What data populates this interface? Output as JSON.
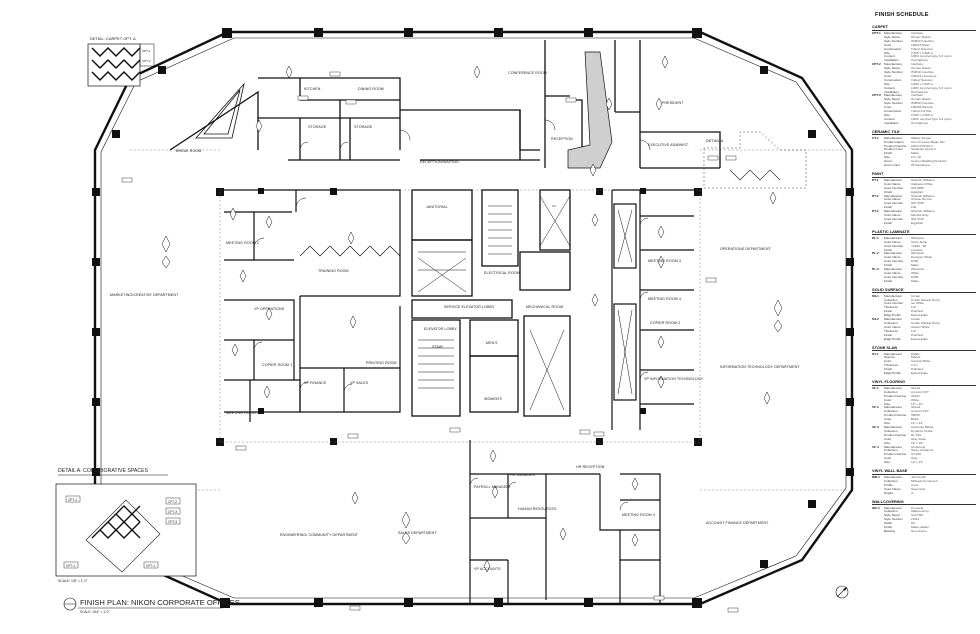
{
  "sheet": {
    "title": "FINISH PLAN: NIKON CORPORATE OFFICES",
    "scale_note": "SCALE: 1/16\" = 1'-0\"",
    "scale_note_detail": "SCALE: 1/8\" = 1'-0\""
  },
  "details": {
    "carpet_title": "DETAIL: CARPET OPT. A",
    "collab_title": "DETAIL A: COLLABORATIVE SPACES",
    "callout": "DETAIL A",
    "collab_tags": [
      "CPT-1",
      "CPT-2",
      "CPT-3",
      "CPT-3",
      "CPT-1",
      "CPT-1"
    ]
  },
  "rooms": {
    "kitchen": "KITCHEN",
    "dining": "DINING ROOM",
    "storage1": "STORAGE",
    "storage2": "STORAGE",
    "break": "BREAK ROOM",
    "conference": "CONFERENCE ROOM",
    "reception": "RECEPTION",
    "president": "PRESIDENT",
    "exec_admin": "EXECUTIVE ADMINIST.",
    "reception_waiting": "RECEPTION/WAITING",
    "training": "TRAINING ROOM",
    "marketing": "MARKETING/CREATIVE DEPARTMENT",
    "operations": "OPERATIONS DEPARTMENT",
    "it": "INFORMATION TECHNOLOGY DEPARTMENT",
    "printing": "PRINTING ROOM",
    "vp_finance": "VP FINANCE",
    "vp_sales": "VP SALES",
    "meeting1": "MEETING ROOM 1",
    "meeting2": "MEETING ROOM 2",
    "meeting3": "MEETING ROOM 3",
    "meeting4": "MEETING ROOM 4",
    "copier1": "COPIER ROOM 1",
    "copier2": "COPIER ROOM 2",
    "operations_office": "VP OPERATIONS",
    "info_tech_office": "VP INFORMATION TECHNOLOGY",
    "hr": "HUMAN RESOURCES",
    "hr_reception": "HR RECEPTION",
    "sales": "SALES DEPARTMENT",
    "engineering": "ENGINEERING/ COMMUNITY DEPARTMENT",
    "accounts": "ACCOUNT FINANCE DEPARTMENT",
    "payroll": "PAYROLL MANAGER",
    "hr_manager": "HR MANAGER",
    "mens": "MEN'S",
    "womens": "WOMEN'S",
    "electrical": "ELECTRICAL ROOM",
    "janitorial": "JANITORIAL",
    "mechanical": "MECHANICAL ROOM",
    "service": "SERVICE ELEVATOR LOBBY",
    "stair": "STAIR",
    "lobby": "ELEVATOR LOBBY",
    "accounts_office": "VP ACCOUNTS"
  },
  "schedule": {
    "title": "FINISH SCHEDULE",
    "sections": [
      {
        "name": "CARPET",
        "items": [
          {
            "code": "CPT-1",
            "rows": [
              [
                "Manufacturer",
                "Interface"
              ],
              [
                "Style Name",
                "Human Nature"
              ],
              [
                "Style Number",
                "HN810 Colorline"
              ],
              [
                "Color",
                "100215 Slate"
              ],
              [
                "Construction",
                "Tufted Textured"
              ],
              [
                "Size",
                "0.625 x 0.625 m"
              ],
              [
                "Content",
                "100% recycled type 6,6 nylon"
              ],
              [
                "Installation",
                "Herringbone"
              ]
            ]
          },
          {
            "code": "CPT-2",
            "rows": [
              [
                "Manufacturer",
                "Interface"
              ],
              [
                "Style Name",
                "Human Nature"
              ],
              [
                "Style Number",
                "HN810 Colorline"
              ],
              [
                "Color",
                "100214 Limestone"
              ],
              [
                "Construction",
                "Tufted Textured"
              ],
              [
                "Size",
                "0.625 x 0.625 m"
              ],
              [
                "Content",
                "100% recycled type 6,6 nylon"
              ],
              [
                "Installation",
                "Herringbone"
              ]
            ]
          },
          {
            "code": "CPT-3",
            "rows": [
              [
                "Manufacturer",
                "Interface"
              ],
              [
                "Style Name",
                "Human Nature"
              ],
              [
                "Style Number",
                "HN830 Colorline"
              ],
              [
                "Color",
                "100236 Mineral"
              ],
              [
                "Construction",
                "Tufted Cut Pile"
              ],
              [
                "Size",
                "0.625 x 0.625 m"
              ],
              [
                "Content",
                "100% recycled type 6,6 nylon"
              ],
              [
                "Installation",
                "Herringbone"
              ]
            ]
          }
        ]
      },
      {
        "name": "CERAMIC TILE",
        "items": [
          {
            "code": "CT-1",
            "rows": [
              [
                "Manufacturer",
                "Walker Zanger"
              ],
              [
                "Product Name",
                "Kim Concrete Magic Kiln"
              ],
              [
                "Product Number",
                "KNCCCON10-1"
              ],
              [
                "Product Color",
                "Sandcast Cement"
              ],
              [
                "Finish",
                "Matte"
              ],
              [
                "Size",
                "10 x 10"
              ],
              [
                "Grout",
                "Custom Building Products"
              ],
              [
                "Grout Color",
                "95 Sandstone"
              ]
            ]
          }
        ]
      },
      {
        "name": "PAINT",
        "items": [
          {
            "code": "PT-1",
            "rows": [
              [
                "Manufacturer",
                "Sherwin Williams"
              ],
              [
                "Color Name",
                "Alabaster White"
              ],
              [
                "Color Number",
                "SW 6385"
              ],
              [
                "Finish",
                "Eggshell"
              ]
            ]
          },
          {
            "code": "PT-2",
            "rows": [
              [
                "Manufacturer",
                "Sherwin Williams"
              ],
              [
                "Color Name",
                "Urbane Bronze"
              ],
              [
                "Color Number",
                "SW 7048"
              ],
              [
                "Finish",
                "Flat"
              ]
            ]
          },
          {
            "code": "PT-3",
            "rows": [
              [
                "Manufacturer",
                "Sherwin Williams"
              ],
              [
                "Color Name",
                "Mindful Gray"
              ],
              [
                "Color Number",
                "SW 7016"
              ],
              [
                "Finish",
                "Eggshell"
              ]
            ]
          }
        ]
      },
      {
        "name": "PLASTIC LAMINATE",
        "items": [
          {
            "code": "PL-1",
            "rows": [
              [
                "Manufacturer",
                "Wilsonart"
              ],
              [
                "Color Name",
                "Storm Echo"
              ],
              [
                "Color Number",
                "Y0430 - 60"
              ],
              [
                "Finish",
                "Linearity"
              ]
            ]
          },
          {
            "code": "PL-2",
            "rows": [
              [
                "Manufacturer",
                "Wilsonart"
              ],
              [
                "Color Name",
                "Designer White"
              ],
              [
                "Color Number",
                "D354"
              ],
              [
                "Finish",
                "Matte"
              ]
            ]
          },
          {
            "code": "PL-3",
            "rows": [
              [
                "Manufacturer",
                "Wilsonart"
              ],
              [
                "Color Name",
                "White"
              ],
              [
                "Color Number",
                "D354"
              ],
              [
                "Finish",
                "Matte"
              ]
            ]
          }
        ]
      },
      {
        "name": "SOLID SURFACE",
        "items": [
          {
            "code": "SS-1",
            "rows": [
              [
                "Manufacturer",
                "Corian"
              ],
              [
                "Collection",
                "Corian Natural Homy"
              ],
              [
                "Color Number",
                "Ice White"
              ],
              [
                "Thickness",
                "1/2\""
              ],
              [
                "Finish",
                "Polished"
              ],
              [
                "Edge Profile",
                "Eased Edge"
              ]
            ]
          },
          {
            "code": "SS-2",
            "rows": [
              [
                "Manufacturer",
                "Corian"
              ],
              [
                "Collection",
                "Corian Natural Homy"
              ],
              [
                "Color Name",
                "Glacier White"
              ],
              [
                "Thickness",
                "1/2\""
              ],
              [
                "Finish",
                "Polished"
              ],
              [
                "Edge Profile",
                "Eased Edge"
              ]
            ]
          }
        ]
      },
      {
        "name": "STONE SLAB",
        "items": [
          {
            "code": "ST-1",
            "rows": [
              [
                "Manufacturer",
                "Daltile"
              ],
              [
                "Species",
                "Marble"
              ],
              [
                "Color",
                "Carrara White"
              ],
              [
                "Thickness",
                "3 cm"
              ],
              [
                "Finish",
                "Polished"
              ],
              [
                "Edge Profile",
                "Eased Edge"
              ]
            ]
          }
        ]
      },
      {
        "name": "VINYL FLOORING",
        "items": [
          {
            "code": "VF-1",
            "rows": [
              [
                "Manufacturer",
                "Tarkett"
              ],
              [
                "Collection",
                "Armond VCT"
              ],
              [
                "Product Number",
                "35124"
              ],
              [
                "Color",
                "White"
              ],
              [
                "Size",
                "12\" x 12\""
              ]
            ]
          },
          {
            "code": "VF-2",
            "rows": [
              [
                "Manufacturer",
                "Tarkett"
              ],
              [
                "Collection",
                "Armond VCT"
              ],
              [
                "Product Number",
                "35030"
              ],
              [
                "Color",
                "Black"
              ],
              [
                "Size",
                "12\" x 12\""
              ]
            ]
          },
          {
            "code": "VF-3",
            "rows": [
              [
                "Manufacturer",
                "American Biltrite"
              ],
              [
                "Collection",
                "Dynamic Textile"
              ],
              [
                "Product Number",
                "DL-531"
              ],
              [
                "Color",
                "Gray Dusk"
              ],
              [
                "Size",
                "18\" x 18\""
              ]
            ]
          },
          {
            "code": "VF-4",
            "rows": [
              [
                "Manufacturer",
                "Armstrong"
              ],
              [
                "Collection",
                "Stone Creations"
              ],
              [
                "Product Number",
                "ST-100"
              ],
              [
                "Color",
                "Gray"
              ],
              [
                "Size",
                "12\" x 12\""
              ]
            ]
          }
        ]
      },
      {
        "name": "VINYL WALL BASE",
        "items": [
          {
            "code": "WB-1",
            "rows": [
              [
                "Manufacturer",
                "Johnsonite"
              ],
              [
                "Collection",
                "Millwork Contoured"
              ],
              [
                "Profile",
                "Cove"
              ],
              [
                "Color Name",
                "Steel Gray"
              ],
              [
                "Height",
                "4\""
              ]
            ]
          }
        ]
      },
      {
        "name": "WALLCOVERING",
        "items": [
          {
            "code": "WC-1",
            "rows": [
              [
                "Manufacturer",
                "Koroseal"
              ],
              [
                "Collection",
                "Wallcovering"
              ],
              [
                "Style Name",
                "Gulf Hills"
              ],
              [
                "Style Number",
                "LP/41"
              ],
              [
                "Width",
                "54\""
              ],
              [
                "Finish",
                "Matte pattern"
              ],
              [
                "Backing",
                "Non-woven"
              ]
            ]
          }
        ]
      }
    ]
  }
}
